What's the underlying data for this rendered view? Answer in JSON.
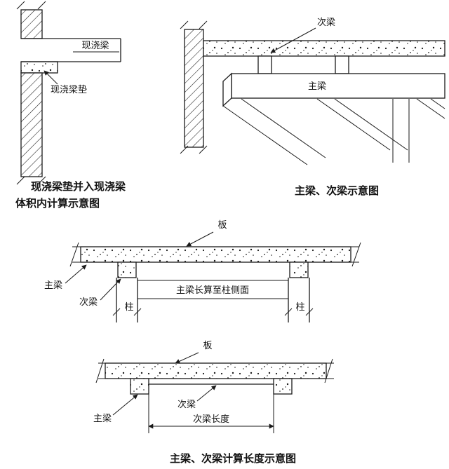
{
  "figure": {
    "background": "#ffffff",
    "ink": "#1a1a1a",
    "description_labels": {
      "cast_in_place_beam": "现浇梁",
      "cast_in_place_beam_pad": "现浇梁垫",
      "main_beam": "主梁",
      "secondary_beam": "次梁",
      "slab": "板",
      "column": "柱"
    }
  },
  "diagram_a": {
    "label_beam": "现浇梁",
    "label_pad": "现浇梁垫",
    "caption_line1": "现浇梁垫并入现浇梁",
    "caption_line2": "体积内计算示意图"
  },
  "diagram_b": {
    "label_secondary": "次梁",
    "label_main": "主梁",
    "caption": "主梁、次梁示意图"
  },
  "diagram_c": {
    "label_slab": "板",
    "label_main": "主梁",
    "label_secondary": "次梁",
    "label_column_left": "柱",
    "label_column_right": "柱",
    "dimension_text": "主梁长算至柱侧面"
  },
  "diagram_d": {
    "label_slab": "板",
    "label_main": "主梁",
    "label_secondary": "次梁",
    "dimension_text": "次梁长度",
    "caption": "主梁、次梁计算长度示意图"
  }
}
